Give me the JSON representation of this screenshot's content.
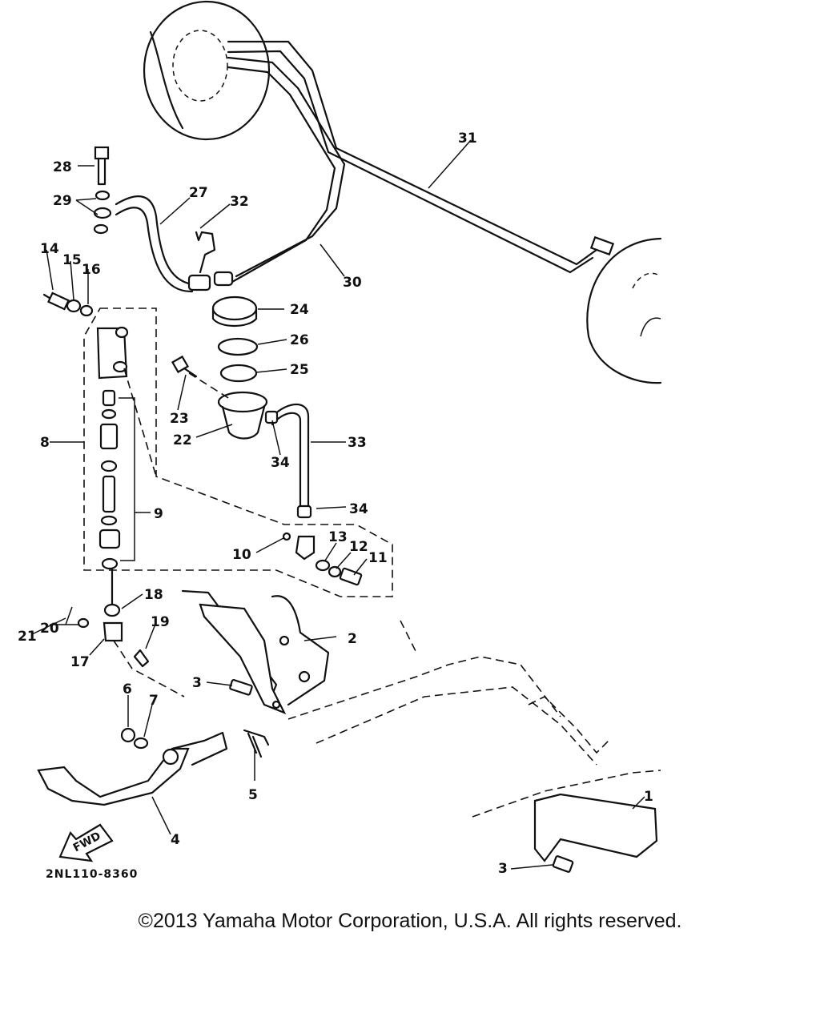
{
  "callouts": [
    {
      "label": "31"
    },
    {
      "label": "28"
    },
    {
      "label": "27"
    },
    {
      "label": "32"
    },
    {
      "label": "29"
    },
    {
      "label": "14"
    },
    {
      "label": "15"
    },
    {
      "label": "16"
    },
    {
      "label": "30"
    },
    {
      "label": "24"
    },
    {
      "label": "26"
    },
    {
      "label": "25"
    },
    {
      "label": "23"
    },
    {
      "label": "22"
    },
    {
      "label": "8"
    },
    {
      "label": "33"
    },
    {
      "label": "34"
    },
    {
      "label": "9"
    },
    {
      "label": "34"
    },
    {
      "label": "13"
    },
    {
      "label": "10"
    },
    {
      "label": "12"
    },
    {
      "label": "11"
    },
    {
      "label": "18"
    },
    {
      "label": "21"
    },
    {
      "label": "20"
    },
    {
      "label": "19"
    },
    {
      "label": "2"
    },
    {
      "label": "17"
    },
    {
      "label": "3"
    },
    {
      "label": "6"
    },
    {
      "label": "7"
    },
    {
      "label": "5"
    },
    {
      "label": "4"
    },
    {
      "label": "FWD"
    },
    {
      "label": "1"
    },
    {
      "label": "3"
    }
  ],
  "diagram_code": "2NL110-8360",
  "copyright": "©2013 Yamaha Motor Corporation, U.S.A. All rights reserved."
}
